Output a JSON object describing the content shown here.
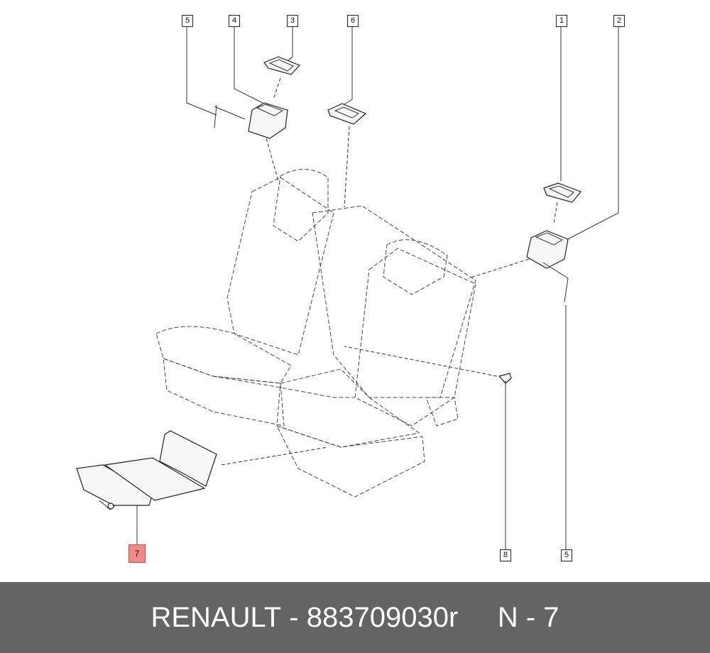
{
  "diagram": {
    "callouts": [
      {
        "id": "c5a",
        "label": "5"
      },
      {
        "id": "c4",
        "label": "4"
      },
      {
        "id": "c3",
        "label": "3"
      },
      {
        "id": "c6",
        "label": "6"
      },
      {
        "id": "c1",
        "label": "1"
      },
      {
        "id": "c2",
        "label": "2"
      },
      {
        "id": "c7",
        "label": "7"
      },
      {
        "id": "c8",
        "label": "8"
      },
      {
        "id": "c5b",
        "label": "5"
      }
    ],
    "highlight_color": "#f08a8a"
  },
  "footer": {
    "brand": "RENAULT",
    "separator": " - ",
    "part_number": "883709030r",
    "gap": "     ",
    "position_label": "N - 7",
    "background": "#646464"
  }
}
